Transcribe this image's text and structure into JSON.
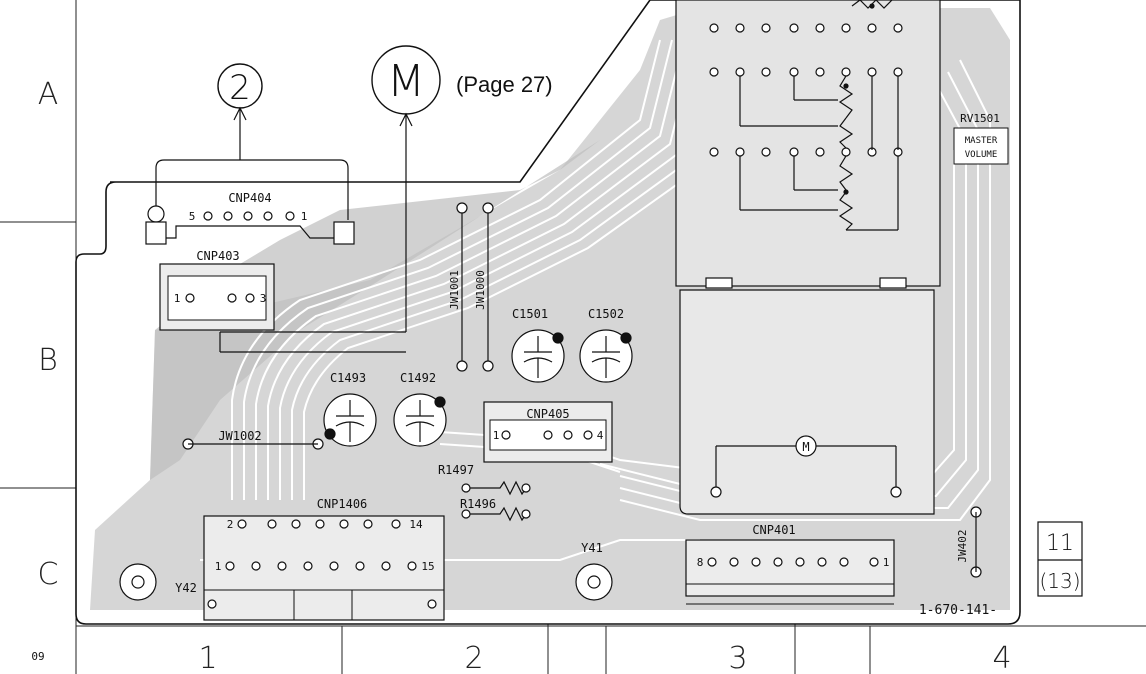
{
  "grid": {
    "rows": [
      "A",
      "B",
      "C"
    ],
    "cols": [
      "1",
      "2",
      "3",
      "4"
    ],
    "corner_label": "09"
  },
  "circles": {
    "ref_2": "2",
    "ref_M": "M",
    "page_ref": "(Page 27)"
  },
  "control": {
    "rv_label": "RV1501",
    "box_line1": "MASTER",
    "box_line2": "VOLUME"
  },
  "connectors": {
    "cnp404": "CNP404",
    "cnp404_pin_start": "5",
    "cnp404_pin_end": "1",
    "cnp403": "CNP403",
    "cnp403_pin_start": "1",
    "cnp403_pin_end": "3",
    "cnp405": "CNP405",
    "cnp405_pin_start": "1",
    "cnp405_pin_end": "4",
    "cnp1406": "CNP1406",
    "cnp1406_top_start": "2",
    "cnp1406_top_end": "14",
    "cnp1406_bot_start": "1",
    "cnp1406_bot_end": "15",
    "cnp401": "CNP401",
    "cnp401_pin_start": "8",
    "cnp401_pin_end": "1"
  },
  "parts": {
    "c1501": "C1501",
    "c1502": "C1502",
    "c1493": "C1493",
    "c1492": "C1492",
    "jw1001": "JW1001",
    "jw1000": "JW1000",
    "jw1002": "JW1002",
    "jw402": "JW402",
    "r1497": "R1497",
    "r1496": "R1496",
    "y41": "Y41",
    "y42": "Y42",
    "motor": "M"
  },
  "board_id": "1-670-141-",
  "page_box": {
    "page": "11",
    "sub_page": "(13)"
  }
}
